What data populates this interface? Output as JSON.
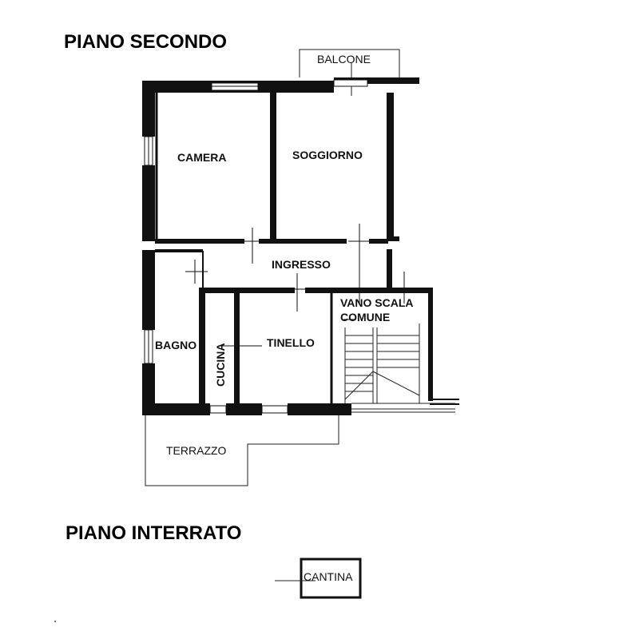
{
  "floors": {
    "upper_title": "PIANO SECONDO",
    "lower_title": "PIANO INTERRATO"
  },
  "rooms": {
    "balcone": "BALCONE",
    "camera": "CAMERA",
    "soggiorno": "SOGGIORNO",
    "ingresso": "INGRESSO",
    "vano_scala_1": "VANO SCALA",
    "vano_scala_2": "COMUNE",
    "bagno": "BAGNO",
    "cucina": "CUCINA",
    "tinello": "TINELLO",
    "terrazzo": "TERRAZZO",
    "cantina": "CANTINA"
  }
}
